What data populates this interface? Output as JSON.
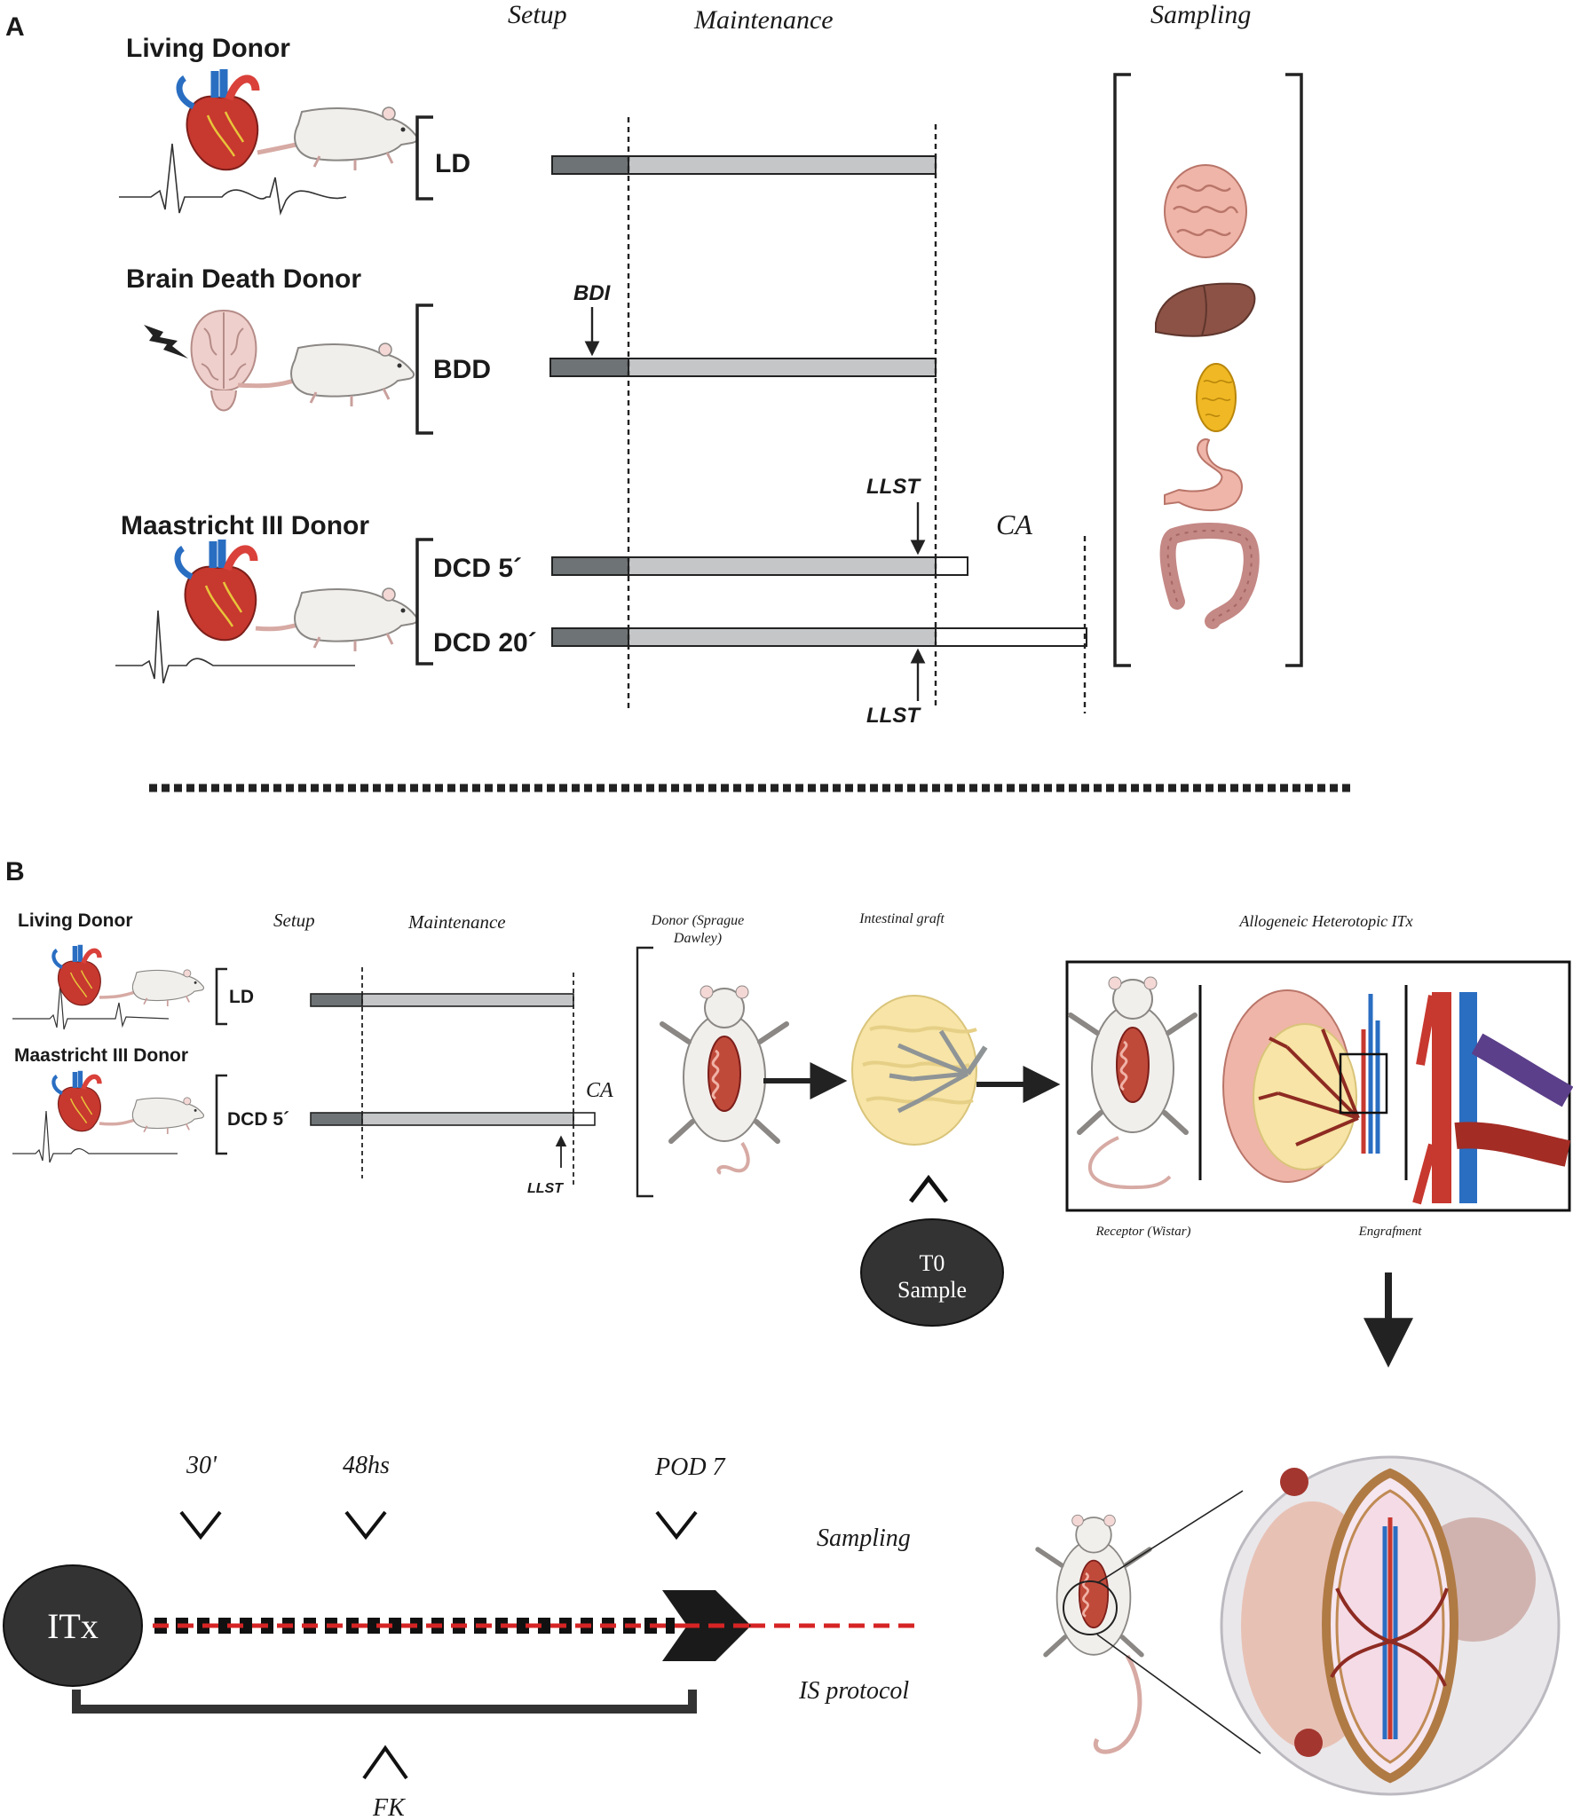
{
  "panel_a": {
    "letter": "A",
    "phase_setup": "Setup",
    "phase_maintenance": "Maintenance",
    "phase_sampling": "Sampling",
    "donor_living": "Living Donor",
    "donor_brain_death": "Brain Death Donor",
    "donor_maastricht": "Maastricht III Donor",
    "group_ld": "LD",
    "group_bdd": "BDD",
    "group_dcd5": "DCD 5´",
    "group_dcd20": "DCD 20´",
    "marker_bdi": "BDI",
    "marker_llst_top": "LLST",
    "marker_llst_bottom": "LLST",
    "marker_ca": "CA"
  },
  "panel_b": {
    "letter": "B",
    "donor_living": "Living Donor",
    "donor_maastricht": "Maastricht III Donor",
    "phase_setup": "Setup",
    "phase_maintenance": "Maintenance",
    "group_ld": "LD",
    "group_dcd5": "DCD 5´",
    "marker_ca": "CA",
    "marker_llst": "LLST",
    "donor_caption_line1": "Donor (Sprague",
    "donor_caption_line2": "Dawley)",
    "graft_caption": "Intestinal graft",
    "itx_caption": "Allogeneic Heterotopic ITx",
    "receptor_caption": "Receptor (Wistar)",
    "engraftment_caption": "Engrafment",
    "t0_line1": "T0",
    "t0_line2": "Sample",
    "itx_node": "ITx",
    "time_30": "30'",
    "time_48": "48hs",
    "time_pod7": "POD 7",
    "row_sampling": "Sampling",
    "row_is_protocol": "IS protocol",
    "fk_label": "FK"
  },
  "colors": {
    "setup_bar": "#6e7375",
    "maintenance_bar": "#c4c6c7",
    "ischemia_bar": "#ffffff",
    "node_fill": "#333333",
    "dash_red": "#d62424",
    "dash_black": "#111111"
  },
  "icons": [
    "heart-icon",
    "rat-icon",
    "brain-icon",
    "lightning-icon",
    "ecg-trace-icon",
    "small-intestine-icon",
    "liver-icon",
    "pancreas-icon",
    "stomach-icon",
    "colon-icon",
    "open-abdomen-rat-icon",
    "intestinal-graft-icon",
    "vessel-anastomosis-icon",
    "magnified-abdomen-icon"
  ]
}
